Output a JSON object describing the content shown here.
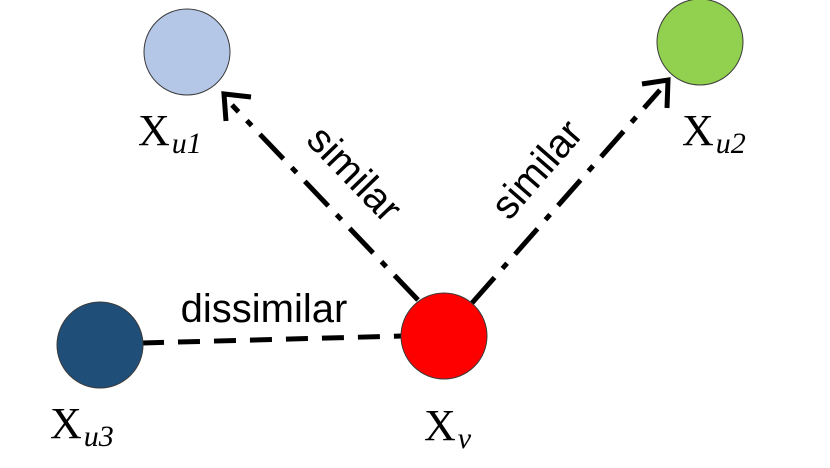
{
  "nodes": {
    "u1": {
      "base": "X",
      "sub": "u1",
      "color": "#b4c7e7"
    },
    "u2": {
      "base": "X",
      "sub": "u2",
      "color": "#92d050"
    },
    "u3": {
      "base": "X",
      "sub": "u3",
      "color": "#1f4e79"
    },
    "v": {
      "base": "X",
      "sub": "v",
      "color": "#ff0000"
    }
  },
  "edges": {
    "v_u1": {
      "label": "similar",
      "style": "dash-dot",
      "arrow": true
    },
    "v_u2": {
      "label": "similar",
      "style": "dash-dot",
      "arrow": true
    },
    "v_u3": {
      "label": "dissimilar",
      "style": "dashed",
      "arrow": false
    }
  }
}
